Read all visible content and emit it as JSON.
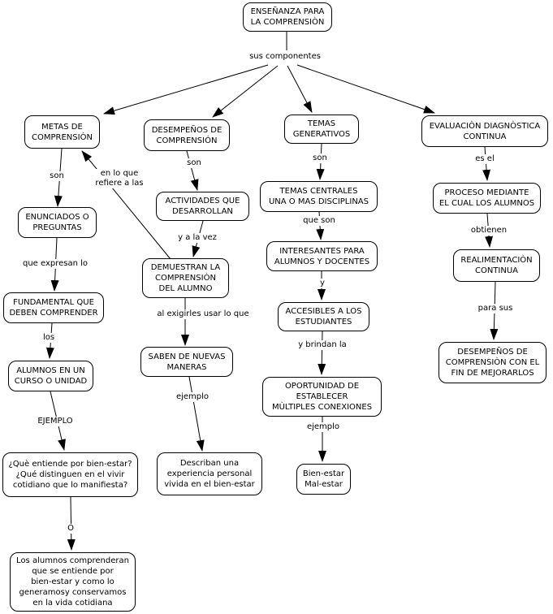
{
  "nodes": {
    "root": "ENSEÑANZA PARA\nLA COMPRENSIÒN",
    "metas": "METAS DE\nCOMPRENSIÒN",
    "desempenos": "DESEMPEÑOS DE\nCOMPRENSIÓN",
    "temas_generativos": "TEMAS\nGENERATIVOS",
    "evaluacion": "EVALUACIÒN DIAGNÒSTICA\nCONTINUA",
    "enunciados": "ENUNCIADOS O\nPREGUNTAS",
    "fundamental": "FUNDAMENTAL QUE\nDEBEN COMPRENDER",
    "alumnos_curso": "ALUMNOS EN UN\nCURSO O UNIDAD",
    "que_entiende": "¿Què entiende por bien-estar?\n¿Qué distinguen en el vivir\ncotidiano que lo manifiesta?",
    "los_alumnos": "Los alumnos comprenderan\nque se entiende por\nbien-estar y como lo\ngeneramosy conservamos\nen la vida cotidiana",
    "actividades": "ACTIVIDADES QUE\nDESARROLLAN",
    "demuestran": "DEMUESTRAN LA\nCOMPRENSIÒN\nDEL ALUMNO",
    "saben": "SABEN DE NUEVAS\nMANERAS",
    "describan": "Describan una\nexperiencia personal\nvivida en el bien-estar",
    "temas_centrales": "TEMAS CENTRALES\nUNA O MAS DISCIPLINAS",
    "interesantes": "INTERESANTES PARA\nALUMNOS Y DOCENTES",
    "accesibles": "ACCESIBLES A LOS\nESTUDIANTES",
    "oportunidad": "OPORTUNIDAD DE\nESTABLECER\nMÙLTIPLES CONEXIONES",
    "bien_estar": "Bien-estar\nMal-estar",
    "proceso": "PROCESO MEDIANTE\nEL CUAL LOS ALUMNOS",
    "realimentacion": "REALIMENTACIÒN\nCONTINUA",
    "desempenos_fin": "DESEMPEÑOS DE\nCOMPRENSIÒN CON EL\nFIN DE MEJORARLOS"
  },
  "edge_labels": {
    "sus_componentes": "sus componentes",
    "son_metas": "son",
    "en_lo_que": "en lo que\nrefiere a las",
    "que_expresan_lo": "que expresan lo",
    "los": "los",
    "ejemplo_metas": "EJEMPLO",
    "o": "O",
    "son_desempenos": "son",
    "y_a_la_vez": "y a la vez",
    "al_exigirles": "al exigirles usar lo que",
    "ejemplo_desempenos": "ejemplo",
    "son_temas": "son",
    "que_son": "que son",
    "y": "y",
    "y_brindan_la": "y brindan la",
    "ejemplo_temas": "ejemplo",
    "es_el": "es el",
    "obtienen": "obtienen",
    "para_sus": "para sus"
  },
  "colors": {
    "line": "#000000",
    "box_border": "#000000",
    "box_fill": "#ffffff"
  }
}
